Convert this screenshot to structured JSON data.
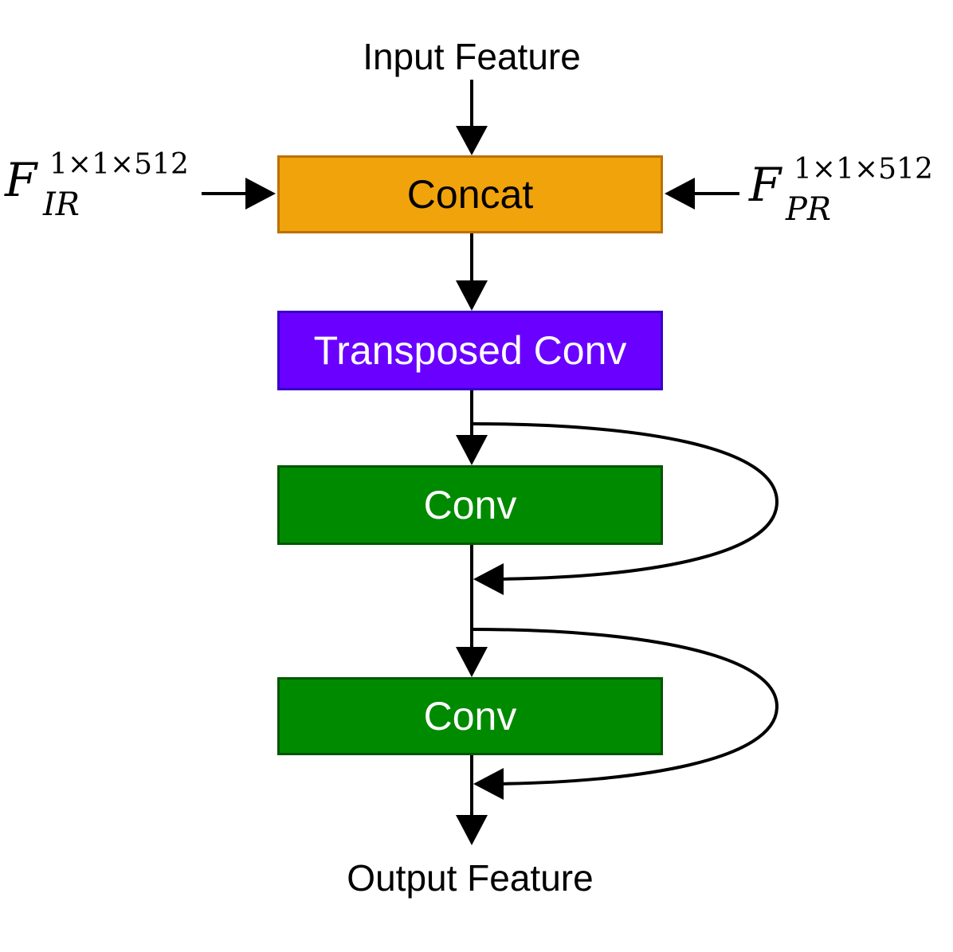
{
  "labels": {
    "input": "Input Feature",
    "output": "Output Feature"
  },
  "blocks": {
    "concat": {
      "label": "Concat",
      "fill": "#f0a30a",
      "stroke": "#bd7000",
      "text_color": "#000000"
    },
    "transposed_conv": {
      "label": "Transposed Conv",
      "fill": "#6a00ff",
      "stroke": "#3700cc",
      "text_color": "#ffffff"
    },
    "conv1": {
      "label": "Conv",
      "fill": "#008a00",
      "stroke": "#005700",
      "text_color": "#ffffff"
    },
    "conv2": {
      "label": "Conv",
      "fill": "#008a00",
      "stroke": "#005700",
      "text_color": "#ffffff"
    }
  },
  "side_inputs": {
    "left": {
      "base": "F",
      "superscript": "1×1×512",
      "subscript": "IR"
    },
    "right": {
      "base": "F",
      "superscript": "1×1×512",
      "subscript": "PR"
    }
  }
}
